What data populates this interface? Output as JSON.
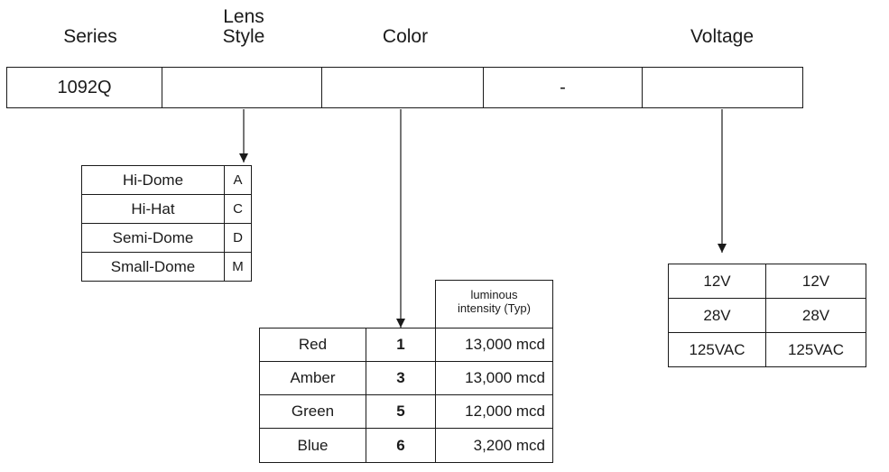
{
  "headers": {
    "series": "Series",
    "lens_style_line1": "Lens",
    "lens_style_line2": "Style",
    "color": "Color",
    "voltage": "Voltage"
  },
  "part_number": {
    "series_value": "1092Q",
    "lens_value": "",
    "color_value": "",
    "separator": "-",
    "voltage_value": ""
  },
  "lens_table": [
    {
      "name": "Hi-Dome",
      "code": "A"
    },
    {
      "name": "Hi-Hat",
      "code": "C"
    },
    {
      "name": "Semi-Dome",
      "code": "D"
    },
    {
      "name": "Small-Dome",
      "code": "M"
    }
  ],
  "color_table": {
    "header_line1": "luminous",
    "header_line2": "intensity (Typ)",
    "rows": [
      {
        "name": "Red",
        "code": "1",
        "intensity": "13,000 mcd"
      },
      {
        "name": "Amber",
        "code": "3",
        "intensity": "13,000 mcd"
      },
      {
        "name": "Green",
        "code": "5",
        "intensity": "12,000 mcd"
      },
      {
        "name": "Blue",
        "code": "6",
        "intensity": "3,200 mcd"
      }
    ]
  },
  "voltage_table": [
    {
      "left": "12V",
      "right": "12V"
    },
    {
      "left": "28V",
      "right": "28V"
    },
    {
      "left": "125VAC",
      "right": "125VAC"
    }
  ]
}
